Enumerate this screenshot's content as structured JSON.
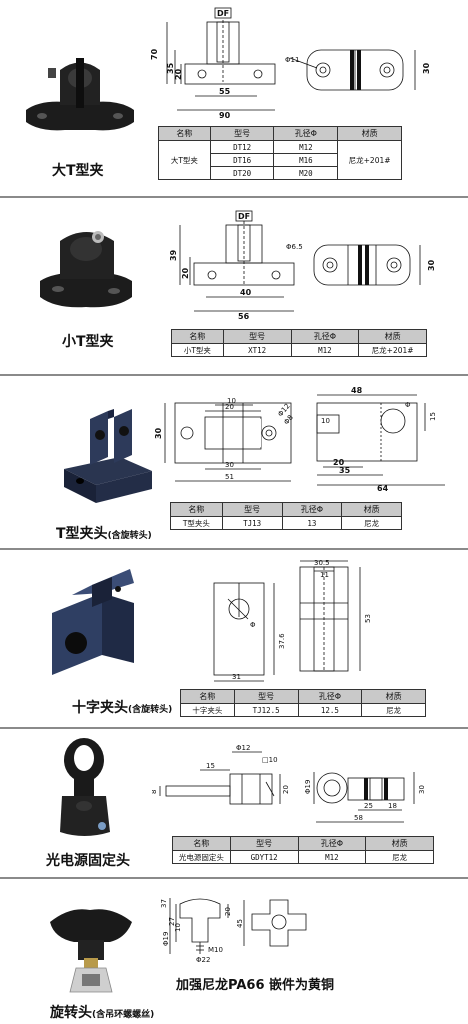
{
  "table_headers": [
    "名称",
    "型号",
    "孔径Φ",
    "材质"
  ],
  "sections": [
    {
      "caption": "大T型夹",
      "caption_sub": "",
      "rows": [
        [
          "大T型夹",
          "DT12",
          "M12",
          "尼龙+201#"
        ],
        [
          "",
          "DT16",
          "M16",
          ""
        ],
        [
          "",
          "DT20",
          "M20",
          ""
        ]
      ],
      "dims": {
        "df": "DF",
        "h70": "70",
        "h35": "35",
        "h20": "20",
        "w55": "55",
        "w90": "90",
        "dia": "Φ11",
        "side30": "30"
      }
    },
    {
      "caption": "小T型夹",
      "caption_sub": "",
      "rows": [
        [
          "小T型夹",
          "XT12",
          "M12",
          "尼龙+201#"
        ]
      ],
      "dims": {
        "df": "DF",
        "h39": "39",
        "h20": "20",
        "w40": "40",
        "w56": "56",
        "dia": "Φ6.5",
        "side30": "30"
      }
    },
    {
      "caption": "T型夹头",
      "caption_sub": "(含旋转头)",
      "rows": [
        [
          "T型夹头",
          "TJ13",
          "13",
          "尼龙"
        ]
      ],
      "dims": {
        "h30": "30",
        "t20": "20",
        "t10": "10",
        "dia12": "Φ12",
        "dia8": "Φ8",
        "b30": "30",
        "b51": "51",
        "w48": "48",
        "s10": "10",
        "s15": "15",
        "s20": "20",
        "s35": "35",
        "s64": "64",
        "phi": "Φ"
      }
    },
    {
      "caption": "十字夹头",
      "caption_sub": "(含旋转头)",
      "rows": [
        [
          "十字夹头",
          "TJ12.5",
          "12.5",
          "尼龙"
        ]
      ],
      "dims": {
        "phi": "Φ",
        "h376": "37.6",
        "w31": "31",
        "w305": "30.5",
        "w11": "11",
        "h53": "53"
      }
    },
    {
      "caption": "光电源固定头",
      "caption_sub": "",
      "rows": [
        [
          "光电源固定头",
          "GDYT12",
          "M12",
          "尼龙"
        ]
      ],
      "dims": {
        "dia12": "Φ12",
        "sq10": "□10",
        "l15": "15",
        "h8": "8",
        "h20": "20",
        "dia19": "Φ19",
        "s25": "25",
        "s18": "18",
        "s58": "58",
        "s30": "30"
      }
    },
    {
      "caption": "旋转头",
      "caption_sub": "(含吊环螺螺丝)",
      "note": "加强尼龙PA66  嵌件为黄铜",
      "dims": {
        "d37": "37",
        "d27": "27",
        "d10": "10",
        "d20": "20",
        "d19": "Φ19",
        "m10": "M10",
        "d22": "Φ22",
        "d45": "45"
      }
    }
  ]
}
